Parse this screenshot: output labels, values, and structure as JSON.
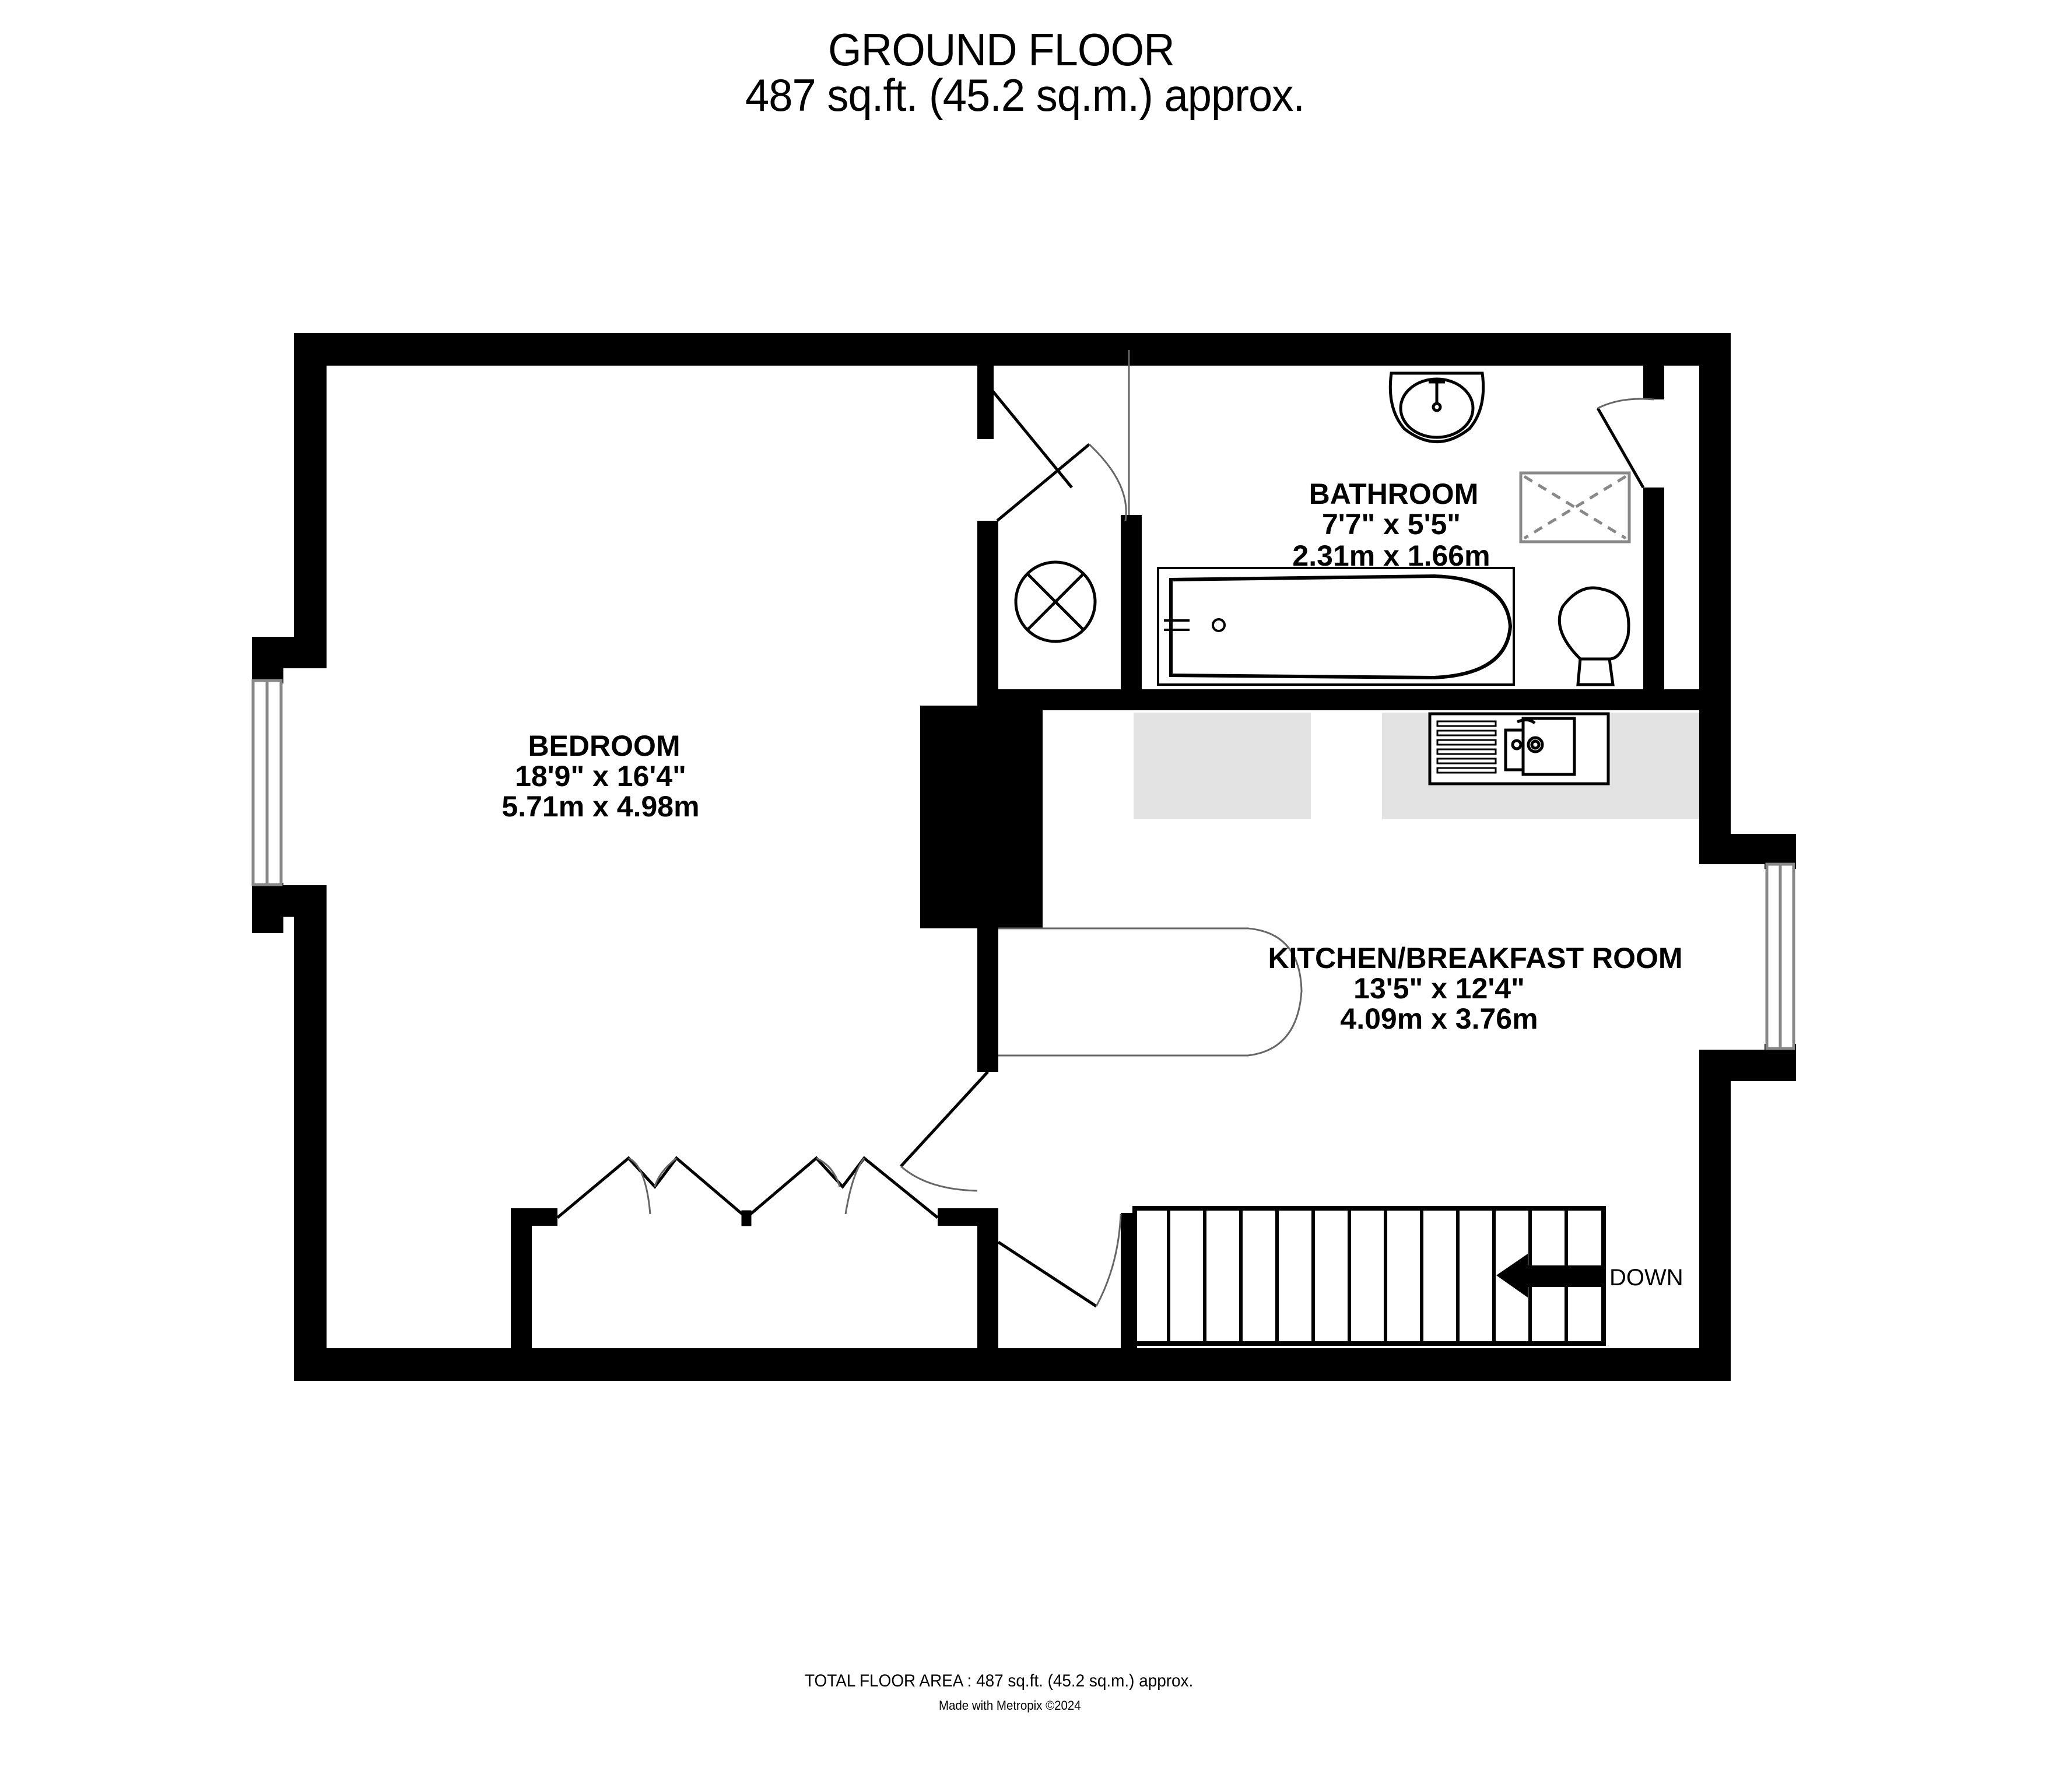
{
  "header": {
    "floor_title": "GROUND FLOOR",
    "floor_area": "487 sq.ft. (45.2 sq.m.) approx."
  },
  "rooms": [
    {
      "name": "BEDROOM",
      "imperial": "18'9\"  x 16'4\"",
      "metric": "5.71m  x 4.98m"
    },
    {
      "name": "BATHROOM",
      "imperial": "7'7\"  x 5'5\"",
      "metric": "2.31m  x 1.66m"
    },
    {
      "name": "KITCHEN/BREAKFAST ROOM",
      "imperial": "13'5\"  x 12'4\"",
      "metric": "4.09m  x 3.76m"
    }
  ],
  "stairs": {
    "label": "DOWN",
    "treads": 13
  },
  "colors": {
    "wall": "#000000",
    "counter": "#e3e3e3",
    "fixture_grey": "#888888",
    "background": "#ffffff"
  },
  "footer": {
    "total_area": "TOTAL FLOOR AREA : 487 sq.ft. (45.2 sq.m.) approx.",
    "credit": "Made with Metropix ©2024"
  }
}
